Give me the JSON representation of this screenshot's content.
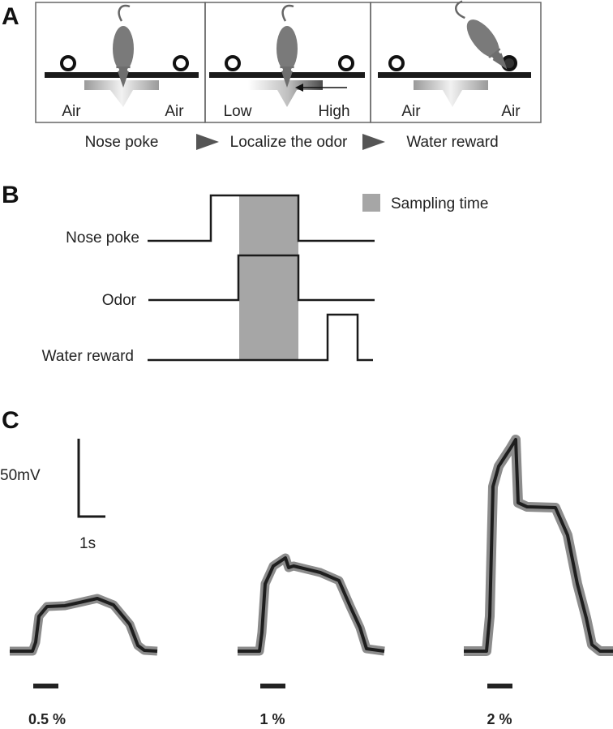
{
  "panel_a": {
    "letter": "A",
    "boxes": [
      {
        "left_label": "Air",
        "right_label": "Air"
      },
      {
        "left_label": "Low",
        "right_label": "High"
      },
      {
        "left_label": "Air",
        "right_label": "Air"
      }
    ],
    "steps": [
      "Nose poke",
      "Localize the odor",
      "Water reward"
    ]
  },
  "panel_b": {
    "letter": "B",
    "legend_label": "Sampling time",
    "traces": [
      "Nose poke",
      "Odor",
      "Water reward"
    ]
  },
  "panel_c": {
    "letter": "C",
    "scale_v": "50mV",
    "scale_t": "1s",
    "conditions": [
      "0.5 %",
      "1 %",
      "2 %"
    ]
  },
  "colors": {
    "shade": "#a6a6a6",
    "trace_outer": "#8c8c8c",
    "trace_inner": "#1e1e1e",
    "line": "#1a1a1a"
  }
}
